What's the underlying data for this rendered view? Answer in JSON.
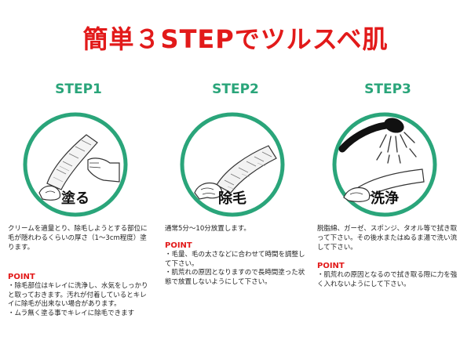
{
  "colors": {
    "title": "#e21a1a",
    "accent": "#2aa57a",
    "point": "#e21a1a",
    "ink": "#222222"
  },
  "title": "簡単３STEPでツルスベ肌",
  "steps": [
    {
      "heading": "STEP1",
      "label": "塗る",
      "illustration": "arm-applying-cream-illustration",
      "description": "クリームを適量とり、除毛しようとする部位に毛が隠れわるくらいの厚さ（1〜3cm程度）塗ります。",
      "point_label": "POINT",
      "points": [
        "・除毛部位はキレイに洗浄し、水気をしっかりと取っておきます。汚れが付着しているとキレイに除毛が出来ない場合があります。",
        "・ムラ無く塗る事でキレイに除毛できます"
      ]
    },
    {
      "heading": "STEP2",
      "label": "除毛",
      "illustration": "cream-covered-arm-illustration",
      "description": "通常5分〜10分放置します。",
      "point_label": "POINT",
      "points": [
        "・毛量、毛の太さなどに合わせて時間を調整して下さい。",
        "・肌荒れの原因となりますので長時間塗った状態で放置しないようにして下さい。"
      ]
    },
    {
      "heading": "STEP3",
      "label": "洗浄",
      "illustration": "shower-rinsing-arm-illustration",
      "description": "脱脂綿、ガーゼ、スポンジ、タオル等で拭き取って下さい。その後水またはぬるま湯で洗い流して下さい。",
      "point_label": "POINT",
      "points": [
        "・肌荒れの原因となるので拭き取る際に力を強く入れないようにして下さい。"
      ]
    }
  ]
}
